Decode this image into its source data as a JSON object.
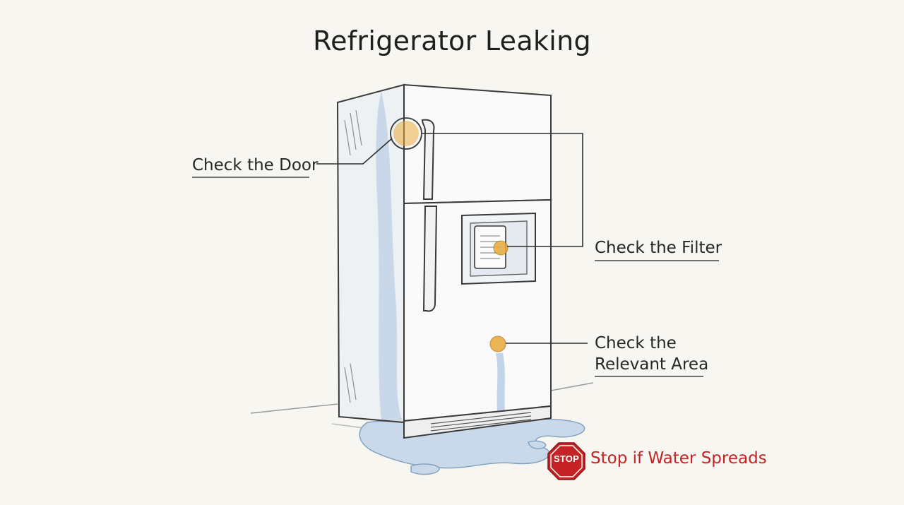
{
  "title": "Refrigerator Leaking",
  "callouts": {
    "door": "Check the Door",
    "filter": "Check the Filter",
    "area_line1": "Check the",
    "area_line2": "Relevant Area"
  },
  "warning": {
    "sign_text": "STOP",
    "label": "Stop if Water Spreads"
  },
  "colors": {
    "background": "#f7f6f1",
    "outline": "#3a3a3a",
    "water": "#a9c3df",
    "highlight": "#e9a93a",
    "stop": "#c42224"
  },
  "icons": [
    "refrigerator-illustration",
    "water-puddle",
    "highlight-dot",
    "stop-sign-icon"
  ]
}
